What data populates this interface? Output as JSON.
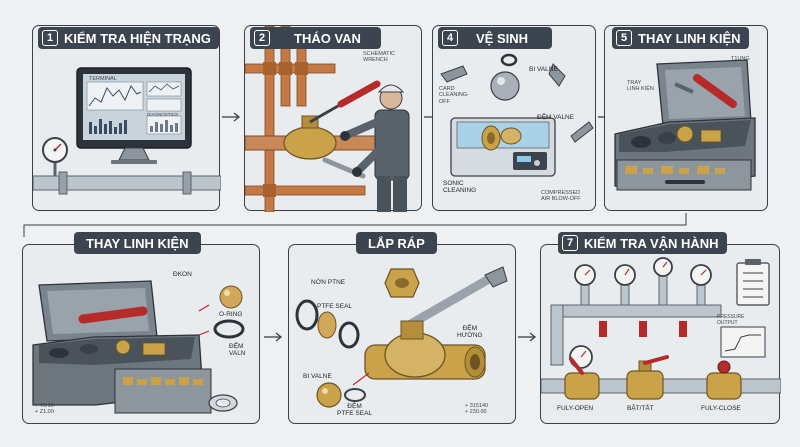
{
  "colors": {
    "copper": "#c57a45",
    "brass": "#c9a24a",
    "red_handle": "#b72a2a",
    "dark": "#3c4450",
    "steel": "#9aa3ab"
  },
  "panels": [
    {
      "number": "1",
      "title": "KIỂM TRA HIỆN TRẠNG",
      "labels": {
        "terminal": "TERMINAL",
        "diagnostics": "DIAGNOSTICS"
      }
    },
    {
      "number": "2",
      "title": "THÁO VAN",
      "labels": {
        "wrench": "SCHEMATIC\nWRENCH"
      }
    },
    {
      "number": "4",
      "title": "VỆ SINH",
      "labels": {
        "bi_valne": "BI VALNE",
        "cleaning": "CARD\nCLEANING-\nOFF",
        "dem_valne": "ĐỆM VALNE",
        "sonic": "SONIC\nCLEANING",
        "compressed": "COMPRESSED\nAIR BLOW-OFF"
      }
    },
    {
      "number": "5",
      "title": "THAY LINH KIỆN",
      "labels": {
        "tlung": "T1UNG",
        "tray": "TRAY\nLINH KIỆN"
      }
    },
    {
      "number": "",
      "title": "THAY LINH KIỆN",
      "labels": {
        "dkon": "ĐKON",
        "oring": "O-RING",
        "dem_valn": "ĐỆM\nVALN",
        "dims": "+ T5.10\n+ Z1.00"
      }
    },
    {
      "number": "",
      "title": "LẮP RÁP",
      "labels": {
        "non_ptne": "NỚN PTNE",
        "ptfe_seal": "PTFE SEAL",
        "dem_huong": "ĐỆM\nHƯƠNG",
        "bi_valne": "BI VALNE",
        "dem_ptfe": "ĐỆM\nPTFE SEAL",
        "dims": "+ 315140\n+ 230.00"
      }
    },
    {
      "number": "7",
      "title": "KIỂM TRA VẬN HÀNH",
      "labels": {
        "pressure": "PRESSURE\nOUTPUT",
        "fully_open": "FULY-OPEN",
        "bat_tat": "BẬT/TẮT",
        "fully_close": "FULY-CLOSE"
      }
    }
  ]
}
